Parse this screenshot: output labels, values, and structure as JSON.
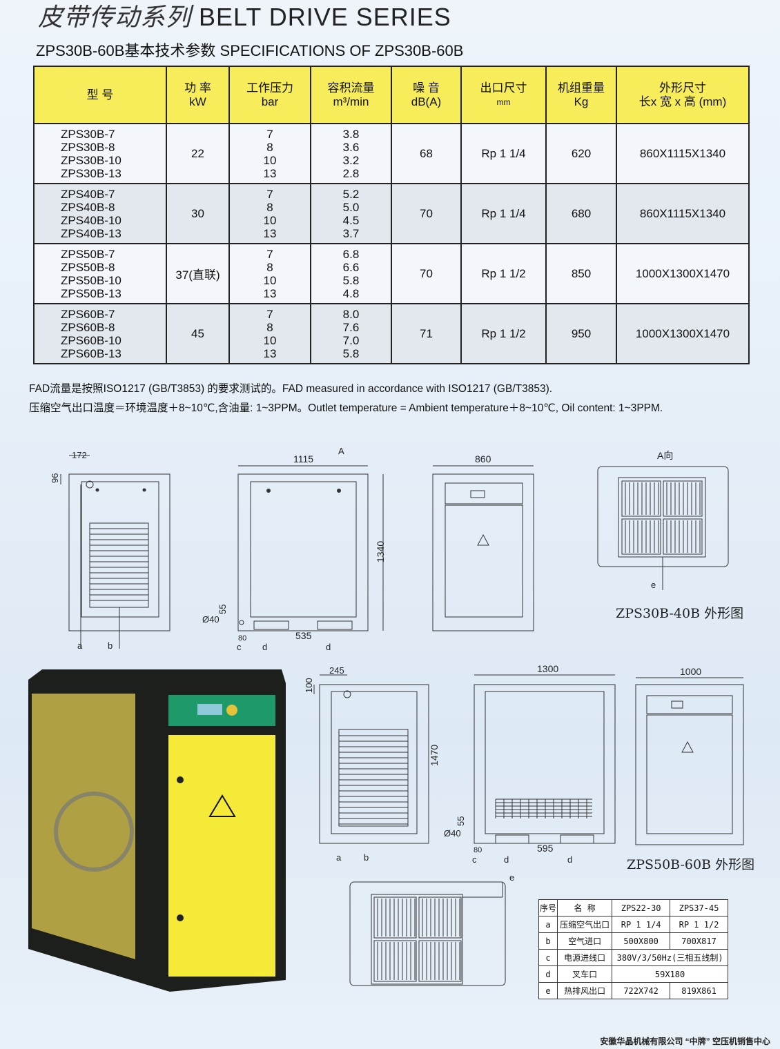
{
  "header": {
    "title_cn": "皮带传动系列",
    "title_en": "BELT DRIVE SERIES",
    "subtitle": "ZPS30B-60B基本技术参数  SPECIFICATIONS OF ZPS30B-60B"
  },
  "spec_table": {
    "headers": [
      [
        "型 号",
        ""
      ],
      [
        "功 率",
        "kW"
      ],
      [
        "工作压力",
        "bar"
      ],
      [
        "容积流量",
        "m³/min"
      ],
      [
        "噪 音",
        "dB(A)"
      ],
      [
        "出口尺寸",
        "mm"
      ],
      [
        "机组重量",
        "Kg"
      ],
      [
        "外形尺寸",
        "长x 宽 x 高 (mm)"
      ]
    ],
    "rows": [
      {
        "models": [
          "ZPS30B-7",
          "ZPS30B-8",
          "ZPS30B-10",
          "ZPS30B-13"
        ],
        "power": "22",
        "pressure": [
          "7",
          "8",
          "10",
          "13"
        ],
        "flow": [
          "3.8",
          "3.6",
          "3.2",
          "2.8"
        ],
        "noise": "68",
        "outlet": "Rp 1 1/4",
        "weight": "620",
        "dims": "860X1115X1340"
      },
      {
        "models": [
          "ZPS40B-7",
          "ZPS40B-8",
          "ZPS40B-10",
          "ZPS40B-13"
        ],
        "power": "30",
        "pressure": [
          "7",
          "8",
          "10",
          "13"
        ],
        "flow": [
          "5.2",
          "5.0",
          "4.5",
          "3.7"
        ],
        "noise": "70",
        "outlet": "Rp 1 1/4",
        "weight": "680",
        "dims": "860X1115X1340"
      },
      {
        "models": [
          "ZPS50B-7",
          "ZPS50B-8",
          "ZPS50B-10",
          "ZPS50B-13"
        ],
        "power": "37(直联)",
        "pressure": [
          "7",
          "8",
          "10",
          "13"
        ],
        "flow": [
          "6.8",
          "6.6",
          "5.8",
          "4.8"
        ],
        "noise": "70",
        "outlet": "Rp 1 1/2",
        "weight": "850",
        "dims": "1000X1300X1470"
      },
      {
        "models": [
          "ZPS60B-7",
          "ZPS60B-8",
          "ZPS60B-10",
          "ZPS60B-13"
        ],
        "power": "45",
        "pressure": [
          "7",
          "8",
          "10",
          "13"
        ],
        "flow": [
          "8.0",
          "7.6",
          "7.0",
          "5.8"
        ],
        "noise": "71",
        "outlet": "Rp 1 1/2",
        "weight": "950",
        "dims": "1000X1300X1470"
      }
    ]
  },
  "notes": [
    "FAD流量是按照ISO1217 (GB/T3853) 的要求测试的。FAD measured in accordance with ISO1217 (GB/T3853).",
    "压缩空气出口温度＝环境温度＋8~10℃,含油量: 1~3PPM。Outlet temperature =  Ambient temperature＋8~10℃, Oil content: 1~3PPM."
  ],
  "drawings_small": {
    "d172": "172",
    "d96": "96",
    "d1115": "1115",
    "arrowA": "A",
    "d1340": "1340",
    "d860": "860",
    "viewA": "A向",
    "d55": "55",
    "d40": "Ø40",
    "d80": "80",
    "d535": "535",
    "a": "a",
    "b": "b",
    "c": "c",
    "d": "d",
    "e": "e",
    "caption": "ZPS30B-40B 外形图"
  },
  "drawings_large": {
    "d245": "245",
    "d100": "100",
    "d1300": "1300",
    "d1470": "1470",
    "d1000": "1000",
    "d55": "55",
    "d40": "Ø40",
    "d80": "80",
    "d595": "595",
    "a": "a",
    "b": "b",
    "c": "c",
    "d": "d",
    "e": "e",
    "caption": "ZPS50B-60B 外形图"
  },
  "legend_table": {
    "headers": [
      "序号",
      "名  称",
      "ZPS22-30",
      "ZPS37-45"
    ],
    "rows": [
      [
        "a",
        "压缩空气出口",
        "RP 1 1/4",
        "RP 1 1/2"
      ],
      [
        "b",
        "空气进口",
        "500X800",
        "700X817"
      ],
      [
        "c",
        "电源进线口",
        "380V/3/50Hz(三相五线制)"
      ],
      [
        "d",
        "叉车口",
        "59X180"
      ],
      [
        "e",
        "热排风出口",
        "722X742",
        "819X861"
      ]
    ]
  },
  "footer": "安徽华晶机械有限公司 “中牌” 空压机销售中心"
}
